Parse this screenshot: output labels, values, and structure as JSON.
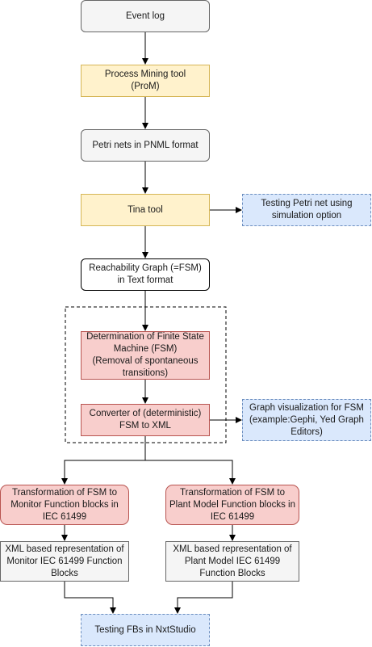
{
  "nodes": {
    "event_log": "Event log",
    "process_mining": "Process Mining tool\n(ProM)",
    "petri_nets": "Petri nets in PNML format",
    "tina_tool": "Tina tool",
    "testing_petri": "Testing Petri net using\nsimulation option",
    "reachability": "Reachability Graph (=FSM)\nin Text format",
    "determination": "Determination of Finite State\nMachine (FSM)\n(Removal of spontaneous\ntransitions)",
    "converter": "Converter of  (deterministic)\nFSM to XML",
    "graph_viz": "Graph visualization for FSM\n(example:Gephi, Yed Graph\nEditors)",
    "transform_monitor": "Transformation of FSM to\nMonitor Function blocks in\nIEC 61499",
    "transform_plant": "Transformation of FSM to\nPlant Model Function blocks in\nIEC 61499",
    "xml_monitor": "XML based representation of\nMonitor IEC 61499 Function\nBlocks",
    "xml_plant": "XML based representation of\nPlant Model IEC 61499\nFunction Blocks",
    "testing_fbs": "Testing FBs in NxtStudio"
  },
  "colors": {
    "gray_fill": "#f5f5f5",
    "yellow_fill": "#fff2cc",
    "blue_fill": "#dae8fc",
    "red_fill": "#f8cecc",
    "edge": "#000000"
  }
}
